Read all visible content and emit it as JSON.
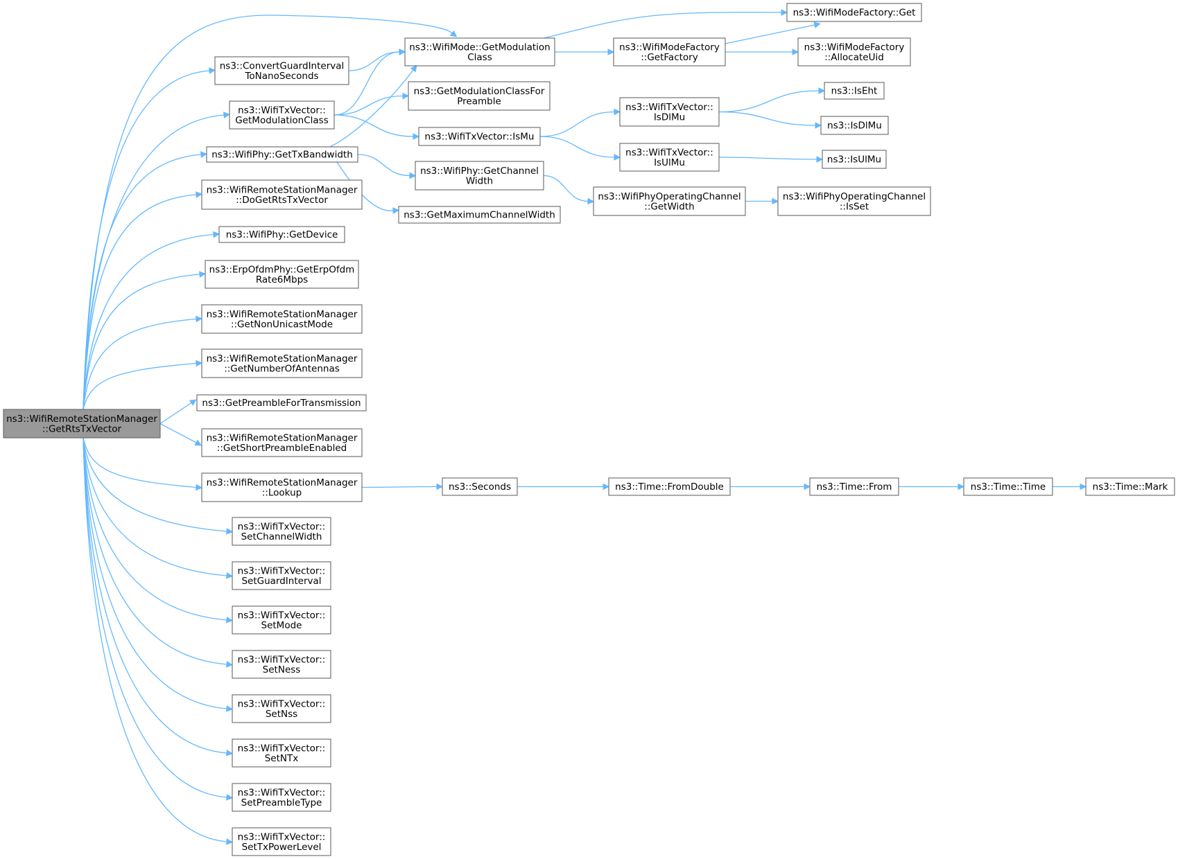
{
  "graph": {
    "colors": {
      "node_fill": "#ffffff",
      "root_fill": "#999999",
      "border": "#666666",
      "edge": "#63b8ff"
    },
    "nodes": [
      {
        "id": "root",
        "lines": [
          "ns3::WifiRemoteStationManager",
          "::GetRtsTxVector"
        ],
        "root": true
      },
      {
        "id": "convertGI",
        "lines": [
          "ns3::ConvertGuardInterval",
          "ToNanoSeconds"
        ]
      },
      {
        "id": "txvGetModClass",
        "lines": [
          "ns3::WifiTxVector::",
          "GetModulationClass"
        ]
      },
      {
        "id": "phyGetTxBw",
        "lines": [
          "ns3::WifiPhy::GetTxBandwidth"
        ]
      },
      {
        "id": "doGetRts",
        "lines": [
          "ns3::WifiRemoteStationManager",
          "::DoGetRtsTxVector"
        ]
      },
      {
        "id": "phyGetDevice",
        "lines": [
          "ns3::WifiPhy::GetDevice"
        ]
      },
      {
        "id": "erpRate",
        "lines": [
          "ns3::ErpOfdmPhy::GetErpOfdm",
          "Rate6Mbps"
        ]
      },
      {
        "id": "nonUnicast",
        "lines": [
          "ns3::WifiRemoteStationManager",
          "::GetNonUnicastMode"
        ]
      },
      {
        "id": "numAntennas",
        "lines": [
          "ns3::WifiRemoteStationManager",
          "::GetNumberOfAntennas"
        ]
      },
      {
        "id": "preambleTx",
        "lines": [
          "ns3::GetPreambleForTransmission"
        ]
      },
      {
        "id": "shortPreamble",
        "lines": [
          "ns3::WifiRemoteStationManager",
          "::GetShortPreambleEnabled"
        ]
      },
      {
        "id": "lookup",
        "lines": [
          "ns3::WifiRemoteStationManager",
          "::Lookup"
        ]
      },
      {
        "id": "setChanWidth",
        "lines": [
          "ns3::WifiTxVector::",
          "SetChannelWidth"
        ]
      },
      {
        "id": "setGI",
        "lines": [
          "ns3::WifiTxVector::",
          "SetGuardInterval"
        ]
      },
      {
        "id": "setMode",
        "lines": [
          "ns3::WifiTxVector::",
          "SetMode"
        ]
      },
      {
        "id": "setNess",
        "lines": [
          "ns3::WifiTxVector::",
          "SetNess"
        ]
      },
      {
        "id": "setNss",
        "lines": [
          "ns3::WifiTxVector::",
          "SetNss"
        ]
      },
      {
        "id": "setNTx",
        "lines": [
          "ns3::WifiTxVector::",
          "SetNTx"
        ]
      },
      {
        "id": "setPreamble",
        "lines": [
          "ns3::WifiTxVector::",
          "SetPreambleType"
        ]
      },
      {
        "id": "setTxPower",
        "lines": [
          "ns3::WifiTxVector::",
          "SetTxPowerLevel"
        ]
      },
      {
        "id": "modeGetModClass",
        "lines": [
          "ns3::WifiMode::GetModulation",
          "Class"
        ]
      },
      {
        "id": "getModClassForPreamble",
        "lines": [
          "ns3::GetModulationClassFor",
          "Preamble"
        ]
      },
      {
        "id": "txvIsMu",
        "lines": [
          "ns3::WifiTxVector::IsMu"
        ]
      },
      {
        "id": "phyGetChanWidth",
        "lines": [
          "ns3::WifiPhy::GetChannel",
          "Width"
        ]
      },
      {
        "id": "getMaxChanWidth",
        "lines": [
          "ns3::GetMaximumChannelWidth"
        ]
      },
      {
        "id": "seconds",
        "lines": [
          "ns3::Seconds"
        ]
      },
      {
        "id": "factoryGet",
        "lines": [
          "ns3::WifiModeFactory::Get"
        ]
      },
      {
        "id": "getFactory",
        "lines": [
          "ns3::WifiModeFactory",
          "::GetFactory"
        ]
      },
      {
        "id": "allocUid",
        "lines": [
          "ns3::WifiModeFactory",
          "::AllocateUid"
        ]
      },
      {
        "id": "txvIsDlMu",
        "lines": [
          "ns3::WifiTxVector::",
          "IsDlMu"
        ]
      },
      {
        "id": "txvIsUlMu",
        "lines": [
          "ns3::WifiTxVector::",
          "IsUlMu"
        ]
      },
      {
        "id": "isEht",
        "lines": [
          "ns3::IsEht"
        ]
      },
      {
        "id": "isDlMu",
        "lines": [
          "ns3::IsDlMu"
        ]
      },
      {
        "id": "isUlMu",
        "lines": [
          "ns3::IsUlMu"
        ]
      },
      {
        "id": "opChanGetWidth",
        "lines": [
          "ns3::WifiPhyOperatingChannel",
          "::GetWidth"
        ]
      },
      {
        "id": "opChanIsSet",
        "lines": [
          "ns3::WifiPhyOperatingChannel",
          "::IsSet"
        ]
      },
      {
        "id": "timeFromDouble",
        "lines": [
          "ns3::Time::FromDouble"
        ]
      },
      {
        "id": "timeFrom",
        "lines": [
          "ns3::Time::From"
        ]
      },
      {
        "id": "timeTime",
        "lines": [
          "ns3::Time::Time"
        ]
      },
      {
        "id": "timeMark",
        "lines": [
          "ns3::Time::Mark"
        ]
      }
    ],
    "edges": [
      [
        "root",
        "convertGI"
      ],
      [
        "root",
        "txvGetModClass"
      ],
      [
        "root",
        "phyGetTxBw"
      ],
      [
        "root",
        "doGetRts"
      ],
      [
        "root",
        "phyGetDevice"
      ],
      [
        "root",
        "erpRate"
      ],
      [
        "root",
        "nonUnicast"
      ],
      [
        "root",
        "numAntennas"
      ],
      [
        "root",
        "preambleTx"
      ],
      [
        "root",
        "shortPreamble"
      ],
      [
        "root",
        "lookup"
      ],
      [
        "root",
        "setChanWidth"
      ],
      [
        "root",
        "setGI"
      ],
      [
        "root",
        "setMode"
      ],
      [
        "root",
        "setNess"
      ],
      [
        "root",
        "setNss"
      ],
      [
        "root",
        "setNTx"
      ],
      [
        "root",
        "setPreamble"
      ],
      [
        "root",
        "setTxPower"
      ],
      [
        "root",
        "modeGetModClass"
      ],
      [
        "convertGI",
        "modeGetModClass"
      ],
      [
        "txvGetModClass",
        "modeGetModClass"
      ],
      [
        "txvGetModClass",
        "getModClassForPreamble"
      ],
      [
        "txvGetModClass",
        "txvIsMu"
      ],
      [
        "phyGetTxBw",
        "modeGetModClass"
      ],
      [
        "phyGetTxBw",
        "phyGetChanWidth"
      ],
      [
        "phyGetTxBw",
        "getMaxChanWidth"
      ],
      [
        "modeGetModClass",
        "factoryGet"
      ],
      [
        "modeGetModClass",
        "getFactory"
      ],
      [
        "getFactory",
        "factoryGet"
      ],
      [
        "getFactory",
        "allocUid"
      ],
      [
        "txvIsMu",
        "txvIsDlMu"
      ],
      [
        "txvIsMu",
        "txvIsUlMu"
      ],
      [
        "txvIsDlMu",
        "isEht"
      ],
      [
        "txvIsDlMu",
        "isDlMu"
      ],
      [
        "txvIsUlMu",
        "isUlMu"
      ],
      [
        "phyGetChanWidth",
        "opChanGetWidth"
      ],
      [
        "opChanGetWidth",
        "opChanIsSet"
      ],
      [
        "lookup",
        "seconds"
      ],
      [
        "seconds",
        "timeFromDouble"
      ],
      [
        "timeFromDouble",
        "timeFrom"
      ],
      [
        "timeFrom",
        "timeTime"
      ],
      [
        "timeTime",
        "timeMark"
      ]
    ]
  }
}
